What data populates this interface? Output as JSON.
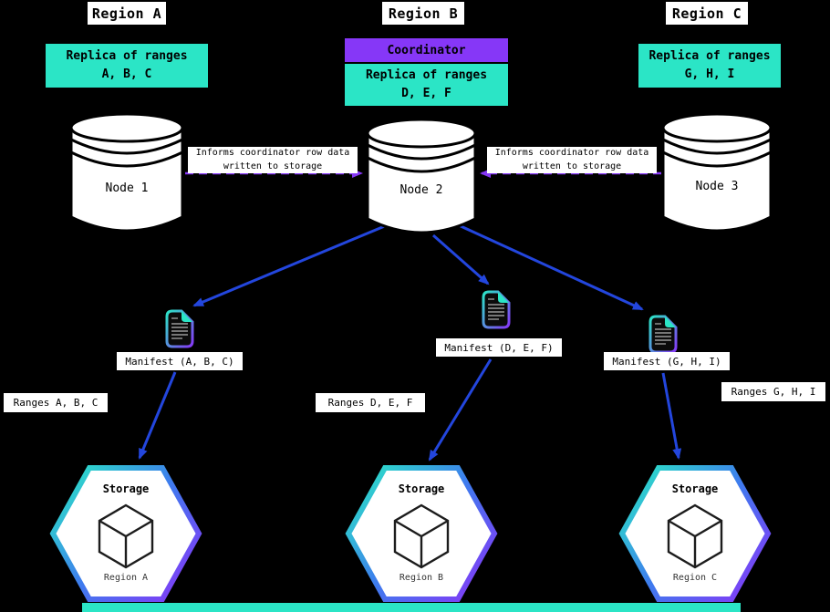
{
  "colors": {
    "background": "#000000",
    "cyan": "#2BE5C6",
    "purple": "#8637F7",
    "blue": "#2346DD",
    "box_bg": "#FFFFFF",
    "text": "#000000"
  },
  "regions": [
    {
      "title": "Region A",
      "replica_line1": "Replica of ranges",
      "replica_line2": "A, B, C",
      "node": "Node 1"
    },
    {
      "title": "Region B",
      "coordinator": "Coordinator",
      "replica_line1": "Replica of ranges",
      "replica_line2": "D, E, F",
      "node": "Node 2"
    },
    {
      "title": "Region C",
      "replica_line1": "Replica of ranges",
      "replica_line2": "G, H, I",
      "node": "Node 3"
    }
  ],
  "informs": [
    {
      "line1": "Informs coordinator row data",
      "line2": "written to storage"
    },
    {
      "line1": "Informs coordinator row data",
      "line2": "written to storage"
    }
  ],
  "manifests": [
    {
      "label": "Manifest (A, B, C)"
    },
    {
      "label": "Manifest (D, E, F)"
    },
    {
      "label": "Manifest (G, H, I)"
    }
  ],
  "ranges": [
    {
      "label": "Ranges A, B, C"
    },
    {
      "label": "Ranges D, E, F"
    },
    {
      "label": "Ranges G, H, I"
    }
  ],
  "storages": [
    {
      "title": "Storage",
      "region": "Region A"
    },
    {
      "title": "Storage",
      "region": "Region B"
    },
    {
      "title": "Storage",
      "region": "Region C"
    }
  ]
}
